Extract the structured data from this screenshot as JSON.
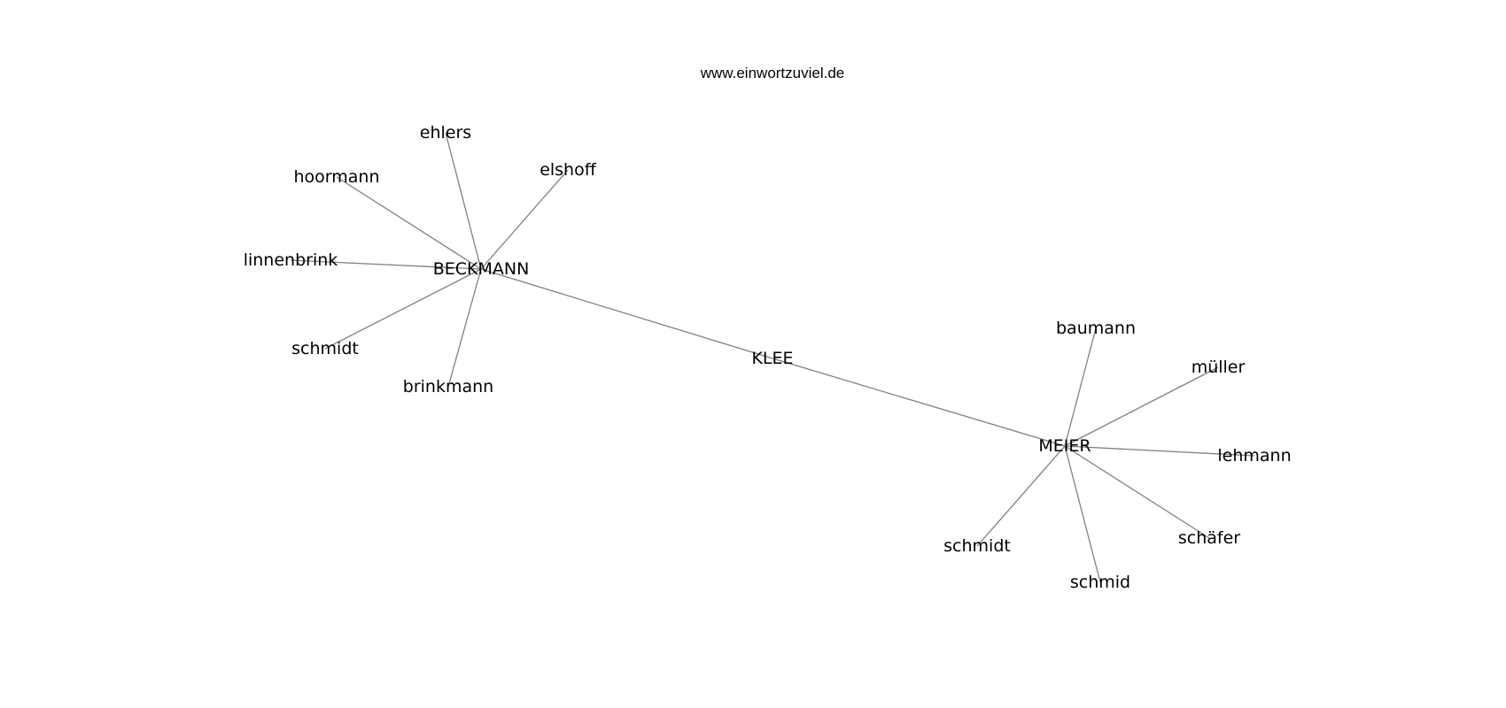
{
  "caption": "www.einwortzuviel.de",
  "nodes": [
    {
      "id": "klee",
      "label": "KLEE"
    },
    {
      "id": "beckmann",
      "label": "BECKMANN"
    },
    {
      "id": "meier",
      "label": "MEIER"
    },
    {
      "id": "ehlers",
      "label": "ehlers"
    },
    {
      "id": "elshoff",
      "label": "elshoff"
    },
    {
      "id": "hoormann",
      "label": "hoormann"
    },
    {
      "id": "linnenbrink",
      "label": "linnenbrink"
    },
    {
      "id": "schmidt-b",
      "label": "schmidt"
    },
    {
      "id": "brinkmann",
      "label": "brinkmann"
    },
    {
      "id": "baumann",
      "label": "baumann"
    },
    {
      "id": "mueller",
      "label": "müller"
    },
    {
      "id": "lehmann",
      "label": "lehmann"
    },
    {
      "id": "schaefer",
      "label": "schäfer"
    },
    {
      "id": "schmid",
      "label": "schmid"
    },
    {
      "id": "schmidt-m",
      "label": "schmidt"
    }
  ],
  "edges": [
    [
      "beckmann",
      "klee"
    ],
    [
      "klee",
      "meier"
    ],
    [
      "beckmann",
      "ehlers"
    ],
    [
      "beckmann",
      "elshoff"
    ],
    [
      "beckmann",
      "hoormann"
    ],
    [
      "beckmann",
      "linnenbrink"
    ],
    [
      "beckmann",
      "schmidt-b"
    ],
    [
      "beckmann",
      "brinkmann"
    ],
    [
      "meier",
      "baumann"
    ],
    [
      "meier",
      "mueller"
    ],
    [
      "meier",
      "lehmann"
    ],
    [
      "meier",
      "schaefer"
    ],
    [
      "meier",
      "schmid"
    ],
    [
      "meier",
      "schmidt-m"
    ]
  ]
}
